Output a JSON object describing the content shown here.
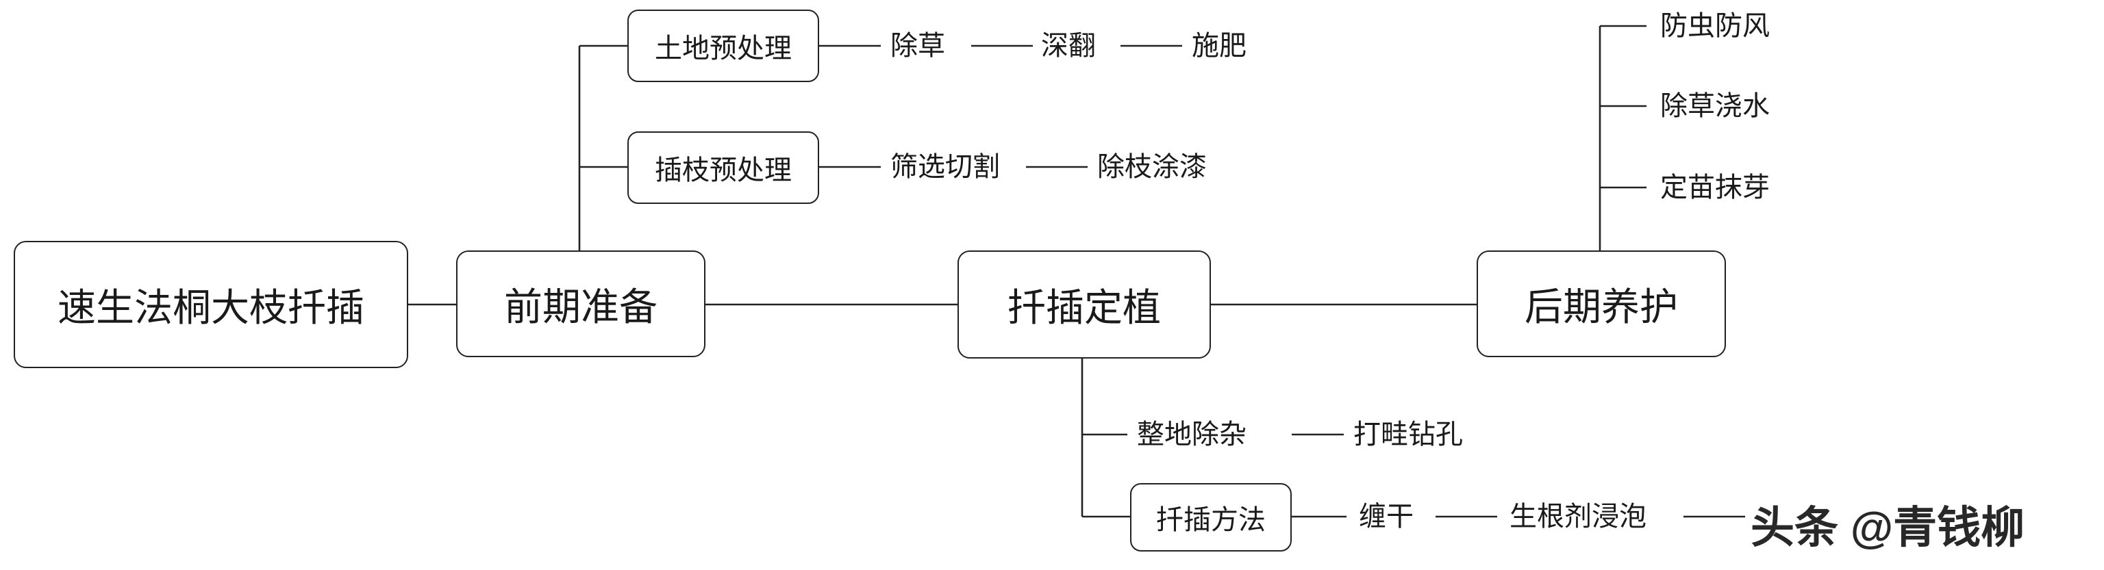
{
  "root": "速生法桐大枝扦插",
  "stages": [
    "前期准备",
    "扦插定植",
    "后期养护"
  ],
  "prep": {
    "soil": {
      "label": "土地预处理",
      "steps": [
        "除草",
        "深翻",
        "施肥"
      ]
    },
    "cutting": {
      "label": "插枝预处理",
      "steps": [
        "筛选切割",
        "除枝涂漆"
      ]
    }
  },
  "planting": {
    "ground": {
      "steps": [
        "整地除杂",
        "打畦钻孔"
      ]
    },
    "method": {
      "label": "扦插方法",
      "steps": [
        "缠干",
        "生根剂浸泡"
      ]
    }
  },
  "aftercare": {
    "items": [
      "防虫防风",
      "除草浇水",
      "定苗抹芽"
    ]
  },
  "watermark": "头条 @青钱柳"
}
